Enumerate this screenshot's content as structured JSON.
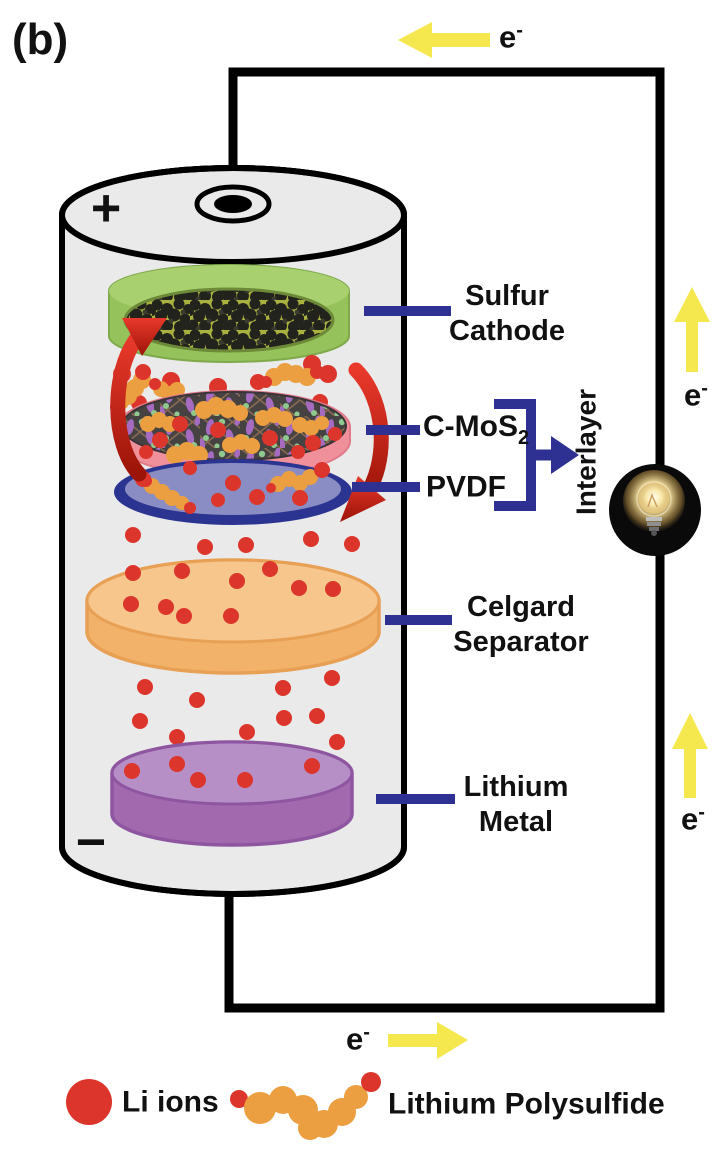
{
  "panel_label": "(b)",
  "battery": {
    "positive_terminal": "+",
    "negative_terminal": "−",
    "components_top_to_bottom": [
      "Sulfur Cathode",
      "C-MoS2 Interlayer",
      "PVDF Interlayer",
      "Celgard Separator",
      "Lithium Metal"
    ]
  },
  "electron": {
    "symbol": "e",
    "superscript": "-"
  },
  "labels": {
    "sulfur_cathode": {
      "line1": "Sulfur",
      "line2": "Cathode"
    },
    "interlayer_group": {
      "c_mos2_base": "C-MoS",
      "c_mos2_sub": "2",
      "pvdf": "PVDF",
      "interlayer": "Interlayer"
    },
    "celgard_separator": {
      "line1": "Celgard",
      "line2": "Separator"
    },
    "lithium_metal": {
      "line1": "Lithium",
      "line2": "Metal"
    }
  },
  "legend": {
    "li_ions": "Li ions",
    "lithium_polysulfide": "Lithium Polysulfide"
  },
  "icons": {
    "light_bulb": "light-bulb-icon",
    "electron_flow_arrow": "yellow-electron-arrow",
    "polysulfide_shuttle_arrow": "red-curved-arrow",
    "li_ion": "red-dot",
    "polysulfide_chain": "orange-blob-chain"
  },
  "colors": {
    "wire": "#000000",
    "electron_yellow": "#F5E84E",
    "connector_blue": "#2E3192",
    "li_ion_red": "#DC352C",
    "polysulfide_orange": "#EC9F40",
    "cathode_green": "#95C25B",
    "cathode_green_light": "#A8D06F",
    "cathode_olive": "#A9B13F",
    "interlayer_pink": "#F0909A",
    "interlayer_dark": "#454241",
    "pvdf_navy": "#2B3490",
    "pvdf_slate": "#8A8DC3",
    "separator_top": "#F7C68C",
    "separator_side": "#F2B26A",
    "separator_edge": "#E8A055",
    "lithium_top": "#B78FC7",
    "lithium_side": "#A269AE",
    "lithium_edge": "#8E55A0",
    "body_gray": "#EAEAEA",
    "red_arrow_light": "#E8392B",
    "red_arrow_dark": "#9C1408",
    "text_black": "#111111"
  }
}
